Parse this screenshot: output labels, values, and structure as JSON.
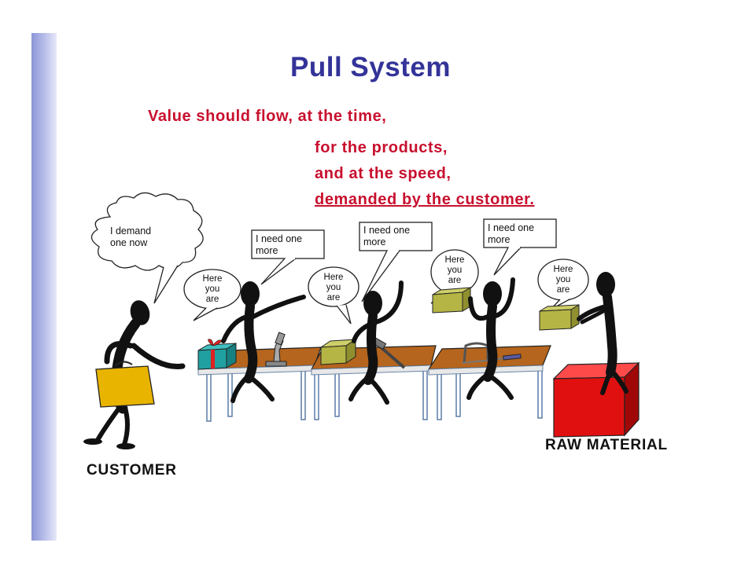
{
  "title": "Pull System",
  "subtitle": {
    "line1": "Value should flow, at the time,",
    "line2": "for the products,",
    "line3": "and at the speed,",
    "line4": "demanded by the customer."
  },
  "bubbles": {
    "customer": "I demand\none now",
    "worker1": "I need one\nmore",
    "worker2": "I need one\nmore",
    "worker3": "I need one\nmore"
  },
  "here_you_are": {
    "a": "Here\nyou\nare",
    "b": "Here\nyou\nare",
    "c": "Here\nyou\nare",
    "d": "Here\nyou\nare"
  },
  "labels": {
    "raw_material": "RAW MATERIAL",
    "customer": "CUSTOMER"
  },
  "colors": {
    "title": "#333399",
    "subtitle": "#c8102e",
    "table_top": "#b5651d",
    "box_olive": "#b5b545",
    "raw_material": "#e01010",
    "customer_box": "#e8b400",
    "gift": "#20a0a0",
    "gift_ribbon": "#e02020"
  }
}
